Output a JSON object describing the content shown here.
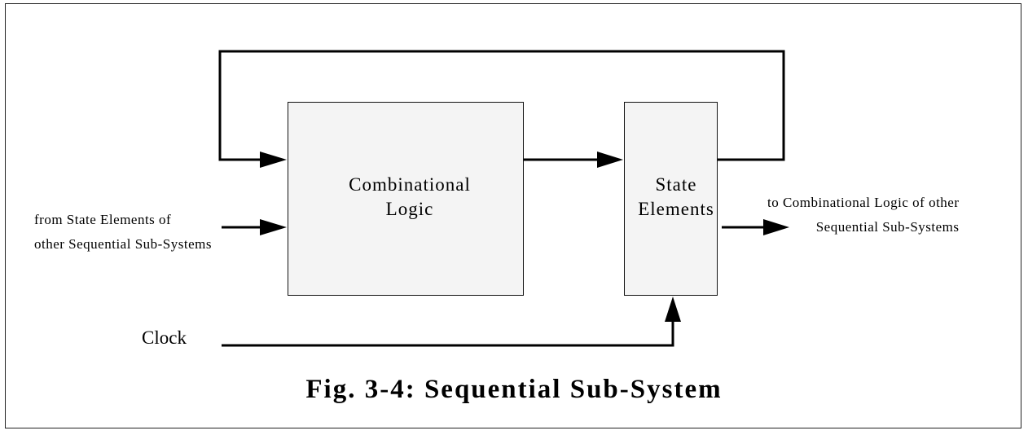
{
  "figure": {
    "caption": "Fig. 3-4: Sequential Sub-System"
  },
  "blocks": {
    "combinational": {
      "line1": "Combinational",
      "line2": "Logic"
    },
    "state": {
      "line1": "State",
      "line2": "Elements"
    }
  },
  "inputs": {
    "external": {
      "line1": "from State Elements of",
      "line2": "other Sequential Sub-Systems"
    },
    "clock": "Clock"
  },
  "outputs": {
    "external": {
      "line1": "to Combinational Logic of other",
      "line2": "Sequential Sub-Systems"
    }
  }
}
